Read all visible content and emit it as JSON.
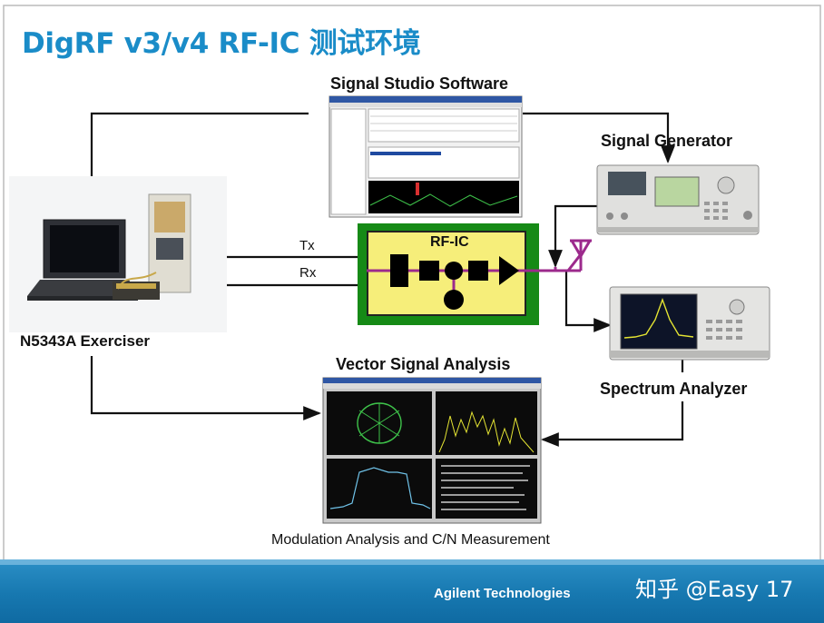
{
  "slide": {
    "title": "DigRF v3/v4 RF-IC 测试环境"
  },
  "labels": {
    "signal_studio": "Signal Studio Software",
    "signal_generator": "Signal Generator",
    "exerciser": "N5343A Exerciser",
    "vsa": "Vector Signal Analysis",
    "spectrum_analyzer": "Spectrum Analyzer",
    "rfic": "RF-IC",
    "tx": "Tx",
    "rx": "Rx",
    "caption": "Modulation Analysis and C/N Measurement"
  },
  "footer": {
    "company": "Agilent Technologies",
    "watermark": "知乎 @Easy 17"
  },
  "colors": {
    "title": "#1a8cc8",
    "rfic_outer": "#168a16",
    "rfic_inner": "#f6ee7a",
    "signal_path": "#9c2a8c",
    "footer": "#1778b0"
  }
}
